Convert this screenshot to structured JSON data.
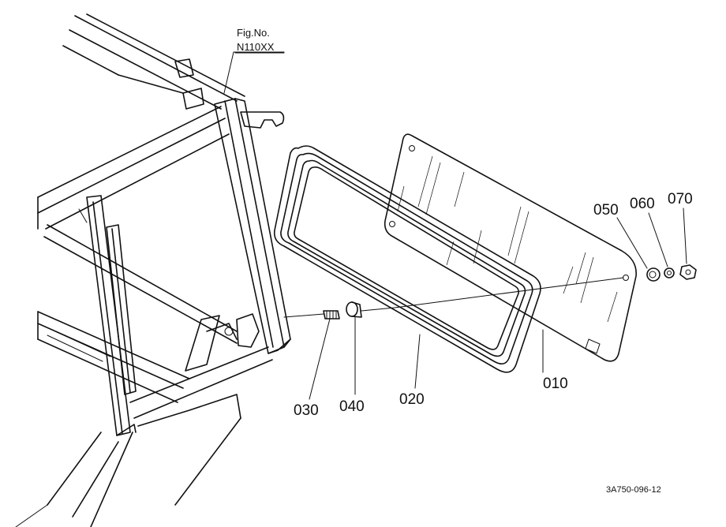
{
  "figure": {
    "label": "Fig.No.",
    "number": "N110XX",
    "drawing_code": "3A750-096-12"
  },
  "parts": [
    {
      "no": "010",
      "desc_icon": "window-glass-pane"
    },
    {
      "no": "020",
      "desc_icon": "rubber-seal-frame"
    },
    {
      "no": "030",
      "desc_icon": "stud-bolt"
    },
    {
      "no": "040",
      "desc_icon": "spacer-collar"
    },
    {
      "no": "050",
      "desc_icon": "rubber-grommet"
    },
    {
      "no": "060",
      "desc_icon": "washer"
    },
    {
      "no": "070",
      "desc_icon": "nut"
    }
  ]
}
